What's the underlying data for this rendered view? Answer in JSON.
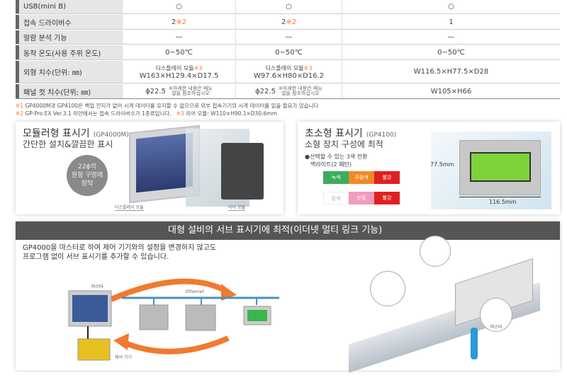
{
  "table": {
    "rows": [
      {
        "label": "USB(mini B)",
        "c1": "○",
        "c2": "○",
        "c3": "○"
      },
      {
        "label": "접속 드라이버수",
        "c1": "2",
        "c1_note": "※2",
        "c2": "2",
        "c2_note": "※2",
        "c3": "1"
      },
      {
        "label": "알람 분석 기능",
        "c1": "—",
        "c2": "—",
        "c3": "—"
      },
      {
        "label": "동작 온도(사용 주위 온도)",
        "c1": "0~50℃",
        "c2": "0~50℃",
        "c3": "0~50℃"
      },
      {
        "label": "외형 치수(단위: ㎜)",
        "c1_top": "디스플레이 모듈",
        "c1_note": "※3",
        "c1": "W163×H129.4×D17.5",
        "c2_top": "디스플레이 모듈",
        "c2_note": "※3",
        "c2": "W97.6×H80×D16.2",
        "c3": "W116.5×H77.5×D28"
      },
      {
        "label": "패널 컷 치수(단위: ㎜)",
        "c1": "ϕ22.5",
        "c1_small": "※자세한 내용은 매뉴얼을 참조하십시오",
        "c2": "ϕ22.5",
        "c2_small": "※자세한 내용은 매뉴얼을 참조하십시오",
        "c3": "W105×H66"
      }
    ]
  },
  "footnotes": {
    "n1_mark": "※1",
    "n1": "GP4000M과 GP4100은 백업 전지가 없어 시계 데이터를 유지할 수 없으므로 외부 접속기기의 시계 데이터를 읽을 필요가 있습니다",
    "n2_mark": "※2",
    "n2": "GP-Pro EX Ver.3.1 미만에서는 접속 드라이버수가 1종류입니다.",
    "n3_mark": "※3",
    "n3": "리어 모듈: W110×H90.1×D30.6mm"
  },
  "panel_modular": {
    "title": "모듈러형 표시기",
    "model": "(GP4000M)",
    "subtitle": "간단한 설치&깔끔한 표시",
    "badge": [
      "22ϕ의",
      "원형 구멍에",
      "장착"
    ],
    "label_display": "디스플레이 모듈",
    "label_rear": "리어 모듈"
  },
  "panel_compact": {
    "title": "초소형 표시기",
    "model": "(GP4100)",
    "subtitle": "소형 장치 구성에 최적",
    "bullet": "●선택할 수 있는 3색 전환",
    "bullet2": "백라이트(2 패턴)",
    "pattern1": [
      {
        "label": "녹색",
        "color": "#3dab5e"
      },
      {
        "label": "주황색",
        "color": "#f08a24"
      },
      {
        "label": "빨강",
        "color": "#e02020"
      }
    ],
    "pattern2": [
      {
        "label": "흰색",
        "color": "#ffffff"
      },
      {
        "label": "분홍",
        "color": "#f29ac0"
      },
      {
        "label": "빨강",
        "color": "#e02020"
      }
    ],
    "height_dim": "77.5mm",
    "width_dim": "116.5mm"
  },
  "ethernet_section": {
    "header": "대형 설비의 서브 표시기에 최적(이더넷 멀티 링크 기능)",
    "desc1": "GP4000을 마스터로 하여 제어 기기와의 설정을 변경하지 않고도",
    "desc2": "프로그램 없이 서브 표시기를 추가할 수 있습니다.",
    "master": "마스터",
    "ethernet": "Ethernet",
    "controller": "제어 기기",
    "factory_master": "마스터"
  }
}
